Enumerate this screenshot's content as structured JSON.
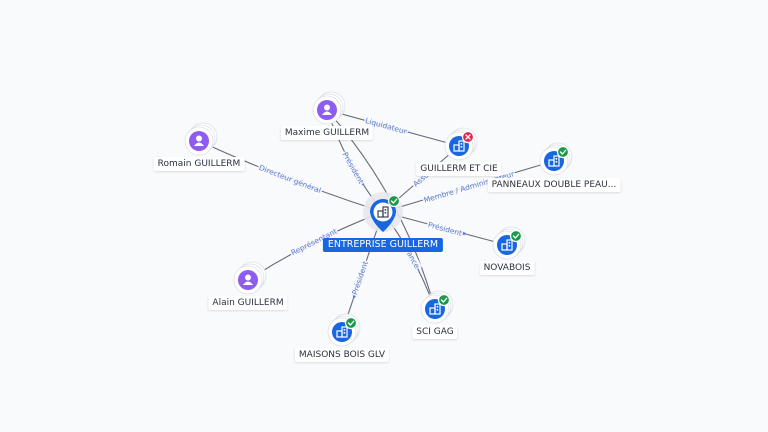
{
  "colors": {
    "person": "#8e5cf0",
    "company": "#1866e0",
    "edge": "#4b5160",
    "edge_label": "#5d7bd6",
    "status_ok": "#1a9a4a",
    "status_closed": "#e0264a"
  },
  "icons": {
    "person": "user-icon",
    "company": "building-icon",
    "ok": "check-badge-icon",
    "closed": "close-badge-icon"
  },
  "center": {
    "id": "ent",
    "label": "ENTREPRISE GUILLERM",
    "status": "ok"
  },
  "nodes": [
    {
      "id": "maxime",
      "type": "person",
      "label": "Maxime GUILLERM"
    },
    {
      "id": "romain",
      "type": "person",
      "label": "Romain GUILLERM"
    },
    {
      "id": "alain",
      "type": "person",
      "label": "Alain GUILLERM"
    },
    {
      "id": "gcie",
      "type": "company",
      "label": "GUILLERM ET CIE",
      "status": "closed"
    },
    {
      "id": "panneaux",
      "type": "company",
      "label": "PANNEAUX DOUBLE PEAU...",
      "status": "ok"
    },
    {
      "id": "novabois",
      "type": "company",
      "label": "NOVABOIS",
      "status": "ok"
    },
    {
      "id": "scigag",
      "type": "company",
      "label": "SCI GAG",
      "status": "ok"
    },
    {
      "id": "maisons",
      "type": "company",
      "label": "MAISONS BOIS GLV",
      "status": "ok"
    }
  ],
  "edges": [
    {
      "from": "maxime",
      "to": "gcie",
      "label": "Liquidateur"
    },
    {
      "from": "maxime",
      "to": "ent",
      "label": "Président"
    },
    {
      "from": "maxime",
      "to": "scigag",
      "label": ""
    },
    {
      "from": "romain",
      "to": "ent",
      "label": "Directeur général"
    },
    {
      "from": "ent",
      "to": "gcie",
      "label": "Associé"
    },
    {
      "from": "ent",
      "to": "panneaux",
      "label": "Membre / Administrateur"
    },
    {
      "from": "ent",
      "to": "novabois",
      "label": "Président"
    },
    {
      "from": "ent",
      "to": "scigag",
      "label": "Gérance"
    },
    {
      "from": "ent",
      "to": "maisons",
      "label": "Président"
    },
    {
      "from": "alain",
      "to": "ent",
      "label": "Représentant"
    }
  ]
}
